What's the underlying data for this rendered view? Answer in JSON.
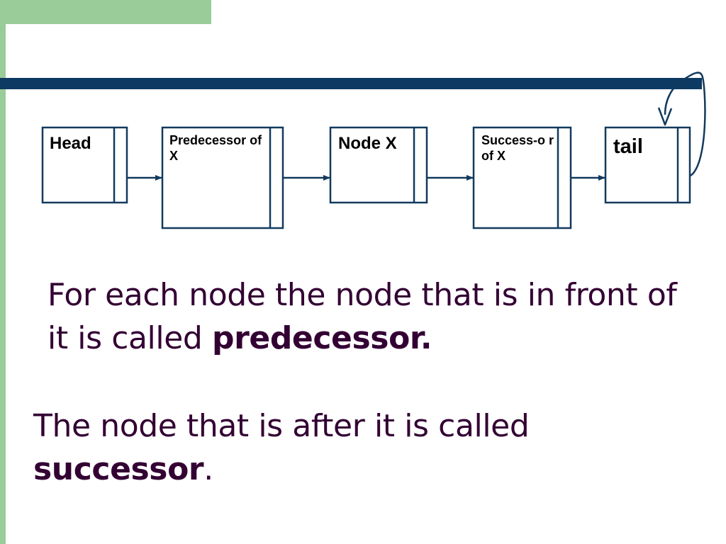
{
  "colors": {
    "accent_green": "#99cc99",
    "bar_navy": "#0d3a63",
    "box_stroke": "#123a5e",
    "text_purple": "#330033"
  },
  "diagram": {
    "nodes": [
      {
        "id": "head",
        "label": "Head"
      },
      {
        "id": "predecessor",
        "label": "Predecessor of X"
      },
      {
        "id": "node-x",
        "label": "Node X"
      },
      {
        "id": "successor",
        "label": "Success-o r of X"
      },
      {
        "id": "tail",
        "label": "tail"
      }
    ],
    "links": [
      {
        "from": "head",
        "to": "predecessor"
      },
      {
        "from": "predecessor",
        "to": "node-x"
      },
      {
        "from": "node-x",
        "to": "successor"
      },
      {
        "from": "successor",
        "to": "tail"
      },
      {
        "from": "tail",
        "to": "tail"
      }
    ]
  },
  "text": {
    "para1_plain": "For each node the node that is in front of it is called ",
    "para1_bold": "predecessor.",
    "para2_plain": "The node that is after it is called ",
    "para2_bold": "successor",
    "para2_end": "."
  }
}
